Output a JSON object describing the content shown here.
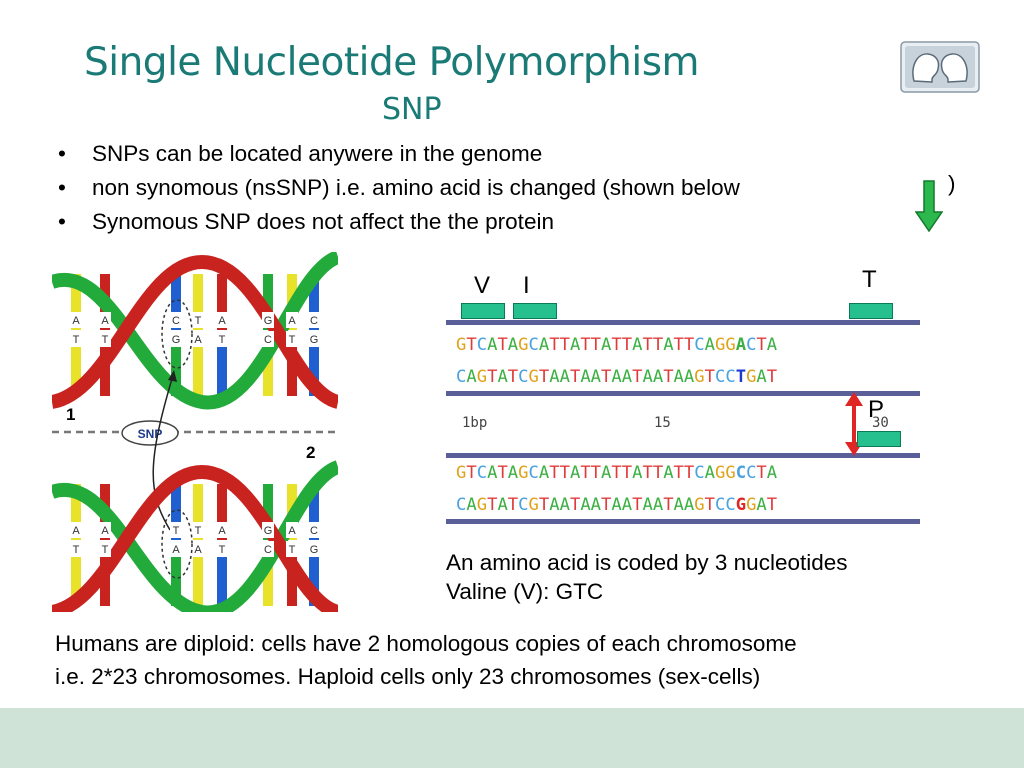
{
  "slide": {
    "title": "Single Nucleotide Polymorphism",
    "subtitle": "SNP",
    "bullets": [
      "SNPs can be located anywere in the genome",
      "non synomous (nsSNP) i.e. amino acid is changed (shown below",
      "Synomous SNP does not affect the the protein"
    ],
    "bullet2_close": ")",
    "caption_lines": [
      "An amino acid is coded by 3 nucleotides",
      "Valine (V): GTC"
    ],
    "footer_lines": [
      "Humans are diploid: cells have 2 homologous copies of each chromosome",
      "i.e. 2*23 chromosomes. Haploid cells only 23 chromosomes (sex-cells)"
    ],
    "colors": {
      "title": "#1a7a76",
      "band": "#cfe3d6",
      "green_box": "#26c08e",
      "arrow_green": "#2db84d"
    }
  },
  "helix_diagram": {
    "labels": {
      "copy1": "1",
      "copy2": "2",
      "snp": "SNP"
    },
    "top_bases": {
      "upper": [
        "A",
        "A",
        "C",
        "T",
        "A",
        "G",
        "A",
        "C"
      ],
      "lower": [
        "T",
        "T",
        "G",
        "A",
        "T",
        "C",
        "T",
        "G"
      ]
    },
    "bottom_bases": {
      "upper": [
        "A",
        "A",
        "T",
        "T",
        "A",
        "G",
        "A",
        "C"
      ],
      "lower": [
        "T",
        "T",
        "A",
        "A",
        "T",
        "C",
        "T",
        "G"
      ]
    }
  },
  "sequence_panel": {
    "codon_labels": [
      "V",
      "I",
      "T",
      "P"
    ],
    "top_strand_a": "GTCATAGCATTATTATTATTATTCAGGACTA",
    "top_strand_b": "CAGTATCGTAATAATAATAATAAGTCCTGAT",
    "bottom_strand_a": "GTCATAGCATTATTATTATTATTCAGGCCTA",
    "bottom_strand_b": "CAGTATCGTAATAATAATAATAAGTCCGGAT",
    "ruler": [
      "1bp",
      "15",
      "30"
    ],
    "base_colors": {
      "A": "#3cb043",
      "T": "#e03b3b",
      "C": "#4aa3e0",
      "G": "#e0a21a"
    }
  }
}
